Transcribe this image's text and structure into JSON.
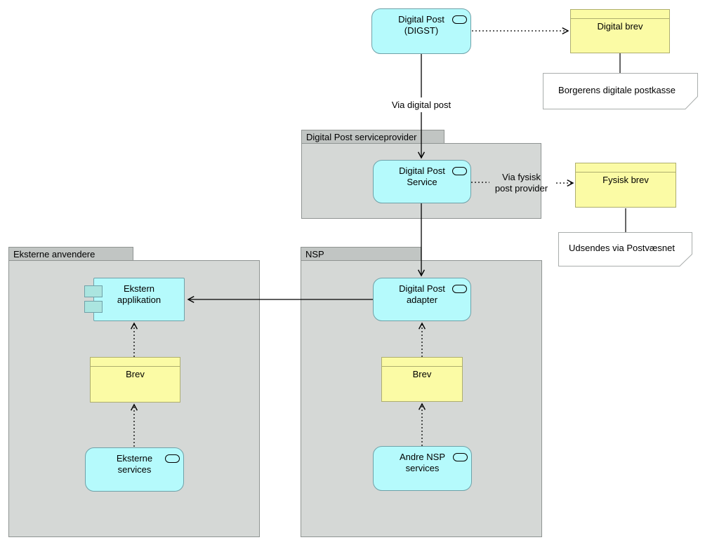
{
  "packages": {
    "serviceprovider": {
      "label": "Digital Post serviceprovider"
    },
    "eksterne_anvendere": {
      "label": "Eksterne anvendere"
    },
    "nsp": {
      "label": "NSP"
    }
  },
  "nodes": {
    "digst": {
      "label": "Digital Post\n(DIGST)",
      "type": "service"
    },
    "digital_brev": {
      "label": "Digital brev",
      "type": "object"
    },
    "dps": {
      "label": "Digital Post\nService",
      "type": "service"
    },
    "fysisk_brev": {
      "label": "Fysisk brev",
      "type": "object"
    },
    "adapter": {
      "label": "Digital Post\nadapter",
      "type": "service"
    },
    "ekstern_applikation": {
      "label": "Ekstern\napplikation",
      "type": "component"
    },
    "brev_eksterne": {
      "label": "Brev",
      "type": "object"
    },
    "eksterne_services": {
      "label": "Eksterne\nservices",
      "type": "service"
    },
    "brev_nsp": {
      "label": "Brev",
      "type": "object"
    },
    "andre_nsp_services": {
      "label": "Andre NSP\nservices",
      "type": "service"
    }
  },
  "notes": {
    "borgerens": {
      "text": "Borgerens digitale postkasse"
    },
    "udsendes": {
      "text": "Udsendes via Postvæsnet"
    }
  },
  "edge_labels": {
    "via_digital_post": "Via digital post",
    "via_fysisk_post_provider": "Via fysisk\npost provider"
  },
  "colors": {
    "service_fill": "#b5fafc",
    "service_border": "#6fa1a8",
    "component_tab_fill": "#abe5e0",
    "object_fill": "#fbfba5",
    "object_border": "#aeae6e",
    "package_body": "#d5d8d6",
    "package_tab": "#c1c5c3",
    "package_border": "#8f9492",
    "note_fill": "#ffffff",
    "note_border": "#a9adac",
    "line": "#000000"
  }
}
